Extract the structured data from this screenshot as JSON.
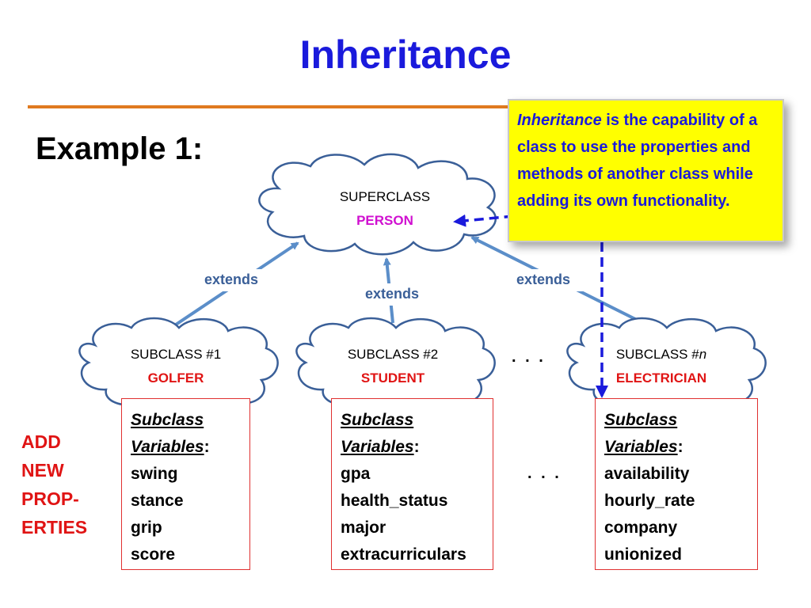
{
  "title": "Inheritance",
  "example_label": "Example 1:",
  "note": {
    "term": "Inheritance",
    "text": " is the capability of a class to use the properties and methods of another class while adding its own functionality."
  },
  "superclass": {
    "line1": "SUPERCLASS",
    "line2": "PERSON"
  },
  "extends_labels": [
    "extends",
    "extends",
    "extends"
  ],
  "subclasses": [
    {
      "line1": "SUBCLASS #1",
      "line2": "GOLFER",
      "vars_title1": "Subclass",
      "vars_title2": "Variables",
      "vars_colon": ":",
      "vars": [
        "swing",
        "stance",
        "grip",
        "score"
      ]
    },
    {
      "line1": "SUBCLASS #2",
      "line2": "STUDENT",
      "vars_title1": "Subclass",
      "vars_title2": "Variables",
      "vars_colon": ":",
      "vars": [
        "gpa",
        "health_status",
        "major",
        "extracurriculars"
      ]
    },
    {
      "line1_prefix": "SUBCLASS #",
      "line1_n": "n",
      "line2": "ELECTRICIAN",
      "vars_title1": "Subclass",
      "vars_title2": "Variables",
      "vars_colon": ":",
      "vars": [
        "availability",
        "hourly_rate",
        "company",
        "unionized"
      ]
    }
  ],
  "ellipsis": ". . .",
  "side_label": [
    "ADD",
    "NEW",
    "PROP-",
    "ERTIES"
  ],
  "colors": {
    "title": "#1a1adc",
    "superclass_name": "#d010d0",
    "subclass_name": "#e01414",
    "extends": "#3a5f98",
    "arrow": "#5b8ec9",
    "note_bg": "#ffff00",
    "note_arrow": "#1a1adc"
  }
}
